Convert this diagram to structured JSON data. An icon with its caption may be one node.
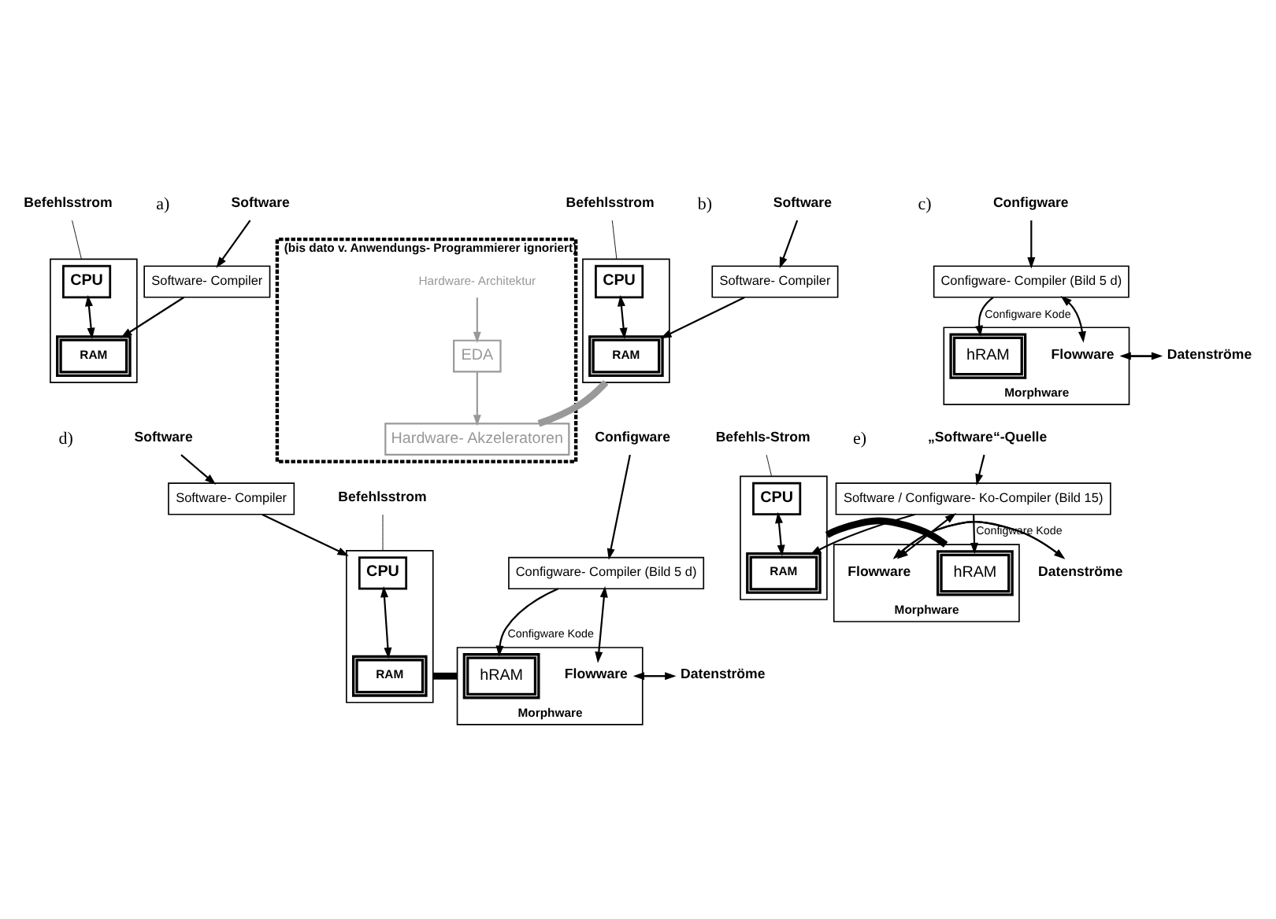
{
  "diagram": {
    "nodes": [
      {
        "text": [
          "Software"
        ]
      },
      {
        "text": [
          "Software- Compiler"
        ]
      },
      {
        "text": [],
        "shape": "box"
      },
      {
        "text": [
          "CPU"
        ],
        "in": 2
      },
      {
        "text": [
          "RAM"
        ],
        "in": 2
      },
      {
        "text": [
          "Befehlsstrom"
        ]
      },
      {
        "text": [
          "Software"
        ]
      },
      {
        "text": [
          "Software- Compiler"
        ]
      },
      {
        "text": [],
        "shape": "box"
      },
      {
        "text": [
          "CPU"
        ],
        "in": 8
      },
      {
        "text": [
          "RAM"
        ],
        "in": 8
      },
      {
        "text": [
          "Befehlsstrom"
        ]
      },
      {
        "text": [
          "(bis dato v. Anwendungs- Programmierer ignoriert)"
        ]
      },
      {
        "text": [
          "Hardware- Architektur"
        ],
        "in": 12
      },
      {
        "text": [
          "EDA"
        ],
        "in": 12
      },
      {
        "text": [
          "Hardware- Akzeleratoren"
        ],
        "in": 12
      },
      {
        "text": [
          "Configware"
        ]
      },
      {
        "text": [
          "Configware- Compiler (Bild 5 d)"
        ]
      },
      {
        "text": [
          "Morphware"
        ]
      },
      {
        "text": [
          "hRAM"
        ],
        "in": 18
      },
      {
        "text": [
          "Flowware"
        ],
        "in": 18
      },
      {
        "text": [
          "Datenströme"
        ]
      },
      {
        "text": [
          "Software"
        ]
      },
      {
        "text": [
          "Configware"
        ]
      },
      {
        "text": [
          "Software- Compiler"
        ]
      },
      {
        "text": [
          "Configware- Compiler (Bild 5 d)"
        ]
      },
      {
        "text": [],
        "shape": "box"
      },
      {
        "text": [
          "CPU"
        ],
        "in": 26
      },
      {
        "text": [
          "RAM"
        ],
        "in": 26
      },
      {
        "text": [
          "Befehlsstrom"
        ]
      },
      {
        "text": [
          "Morphware"
        ]
      },
      {
        "text": [
          "hRAM"
        ],
        "in": 30
      },
      {
        "text": [
          "Flowware"
        ],
        "in": 30
      },
      {
        "text": [
          "Datenströme"
        ]
      },
      {
        "text": [
          "„Software“-Quelle"
        ]
      },
      {
        "text": [
          "Software / Configware- Ko-Compiler (Bild 15)"
        ]
      },
      {
        "text": [],
        "shape": "box"
      },
      {
        "text": [
          "CPU"
        ],
        "in": 36
      },
      {
        "text": [
          "RAM"
        ],
        "in": 36
      },
      {
        "text": [
          "Befehls-Strom"
        ]
      },
      {
        "text": [
          "Morphware"
        ]
      },
      {
        "text": [
          "hRAM"
        ],
        "in": 40
      },
      {
        "text": [
          "Flowware"
        ],
        "in": 40
      },
      {
        "text": [
          "Datenströme"
        ]
      }
    ],
    "edges": [
      {
        "from": 0,
        "to": 1,
        "arrow": "to"
      },
      {
        "from": 1,
        "to": 4,
        "arrow": "to"
      },
      {
        "from": 3,
        "to": 4,
        "arrow": "both"
      },
      {
        "from": 5,
        "to": 2,
        "arrow": "none"
      },
      {
        "from": 6,
        "to": 7,
        "arrow": "to"
      },
      {
        "from": 7,
        "to": 10,
        "arrow": "to"
      },
      {
        "from": 9,
        "to": 10,
        "arrow": "both"
      },
      {
        "from": 11,
        "to": 8,
        "arrow": "none"
      },
      {
        "from": 13,
        "to": 14,
        "arrow": "to",
        "color": "#999999"
      },
      {
        "from": 14,
        "to": 15,
        "arrow": "to",
        "color": "#999999"
      },
      {
        "from": 8,
        "to": 15,
        "arrow": "none",
        "style": "thick",
        "color": "#999999"
      },
      {
        "from": 16,
        "to": 17,
        "arrow": "to"
      },
      {
        "from": 17,
        "to": 19,
        "arrow": "to",
        "label": "Configware Kode"
      },
      {
        "from": 20,
        "to": 17,
        "arrow": "both"
      },
      {
        "from": 20,
        "to": 21,
        "arrow": "to"
      },
      {
        "from": 21,
        "to": 20,
        "arrow": "to"
      },
      {
        "from": 22,
        "to": 24,
        "arrow": "to"
      },
      {
        "from": 23,
        "to": 25,
        "arrow": "to"
      },
      {
        "from": 24,
        "to": 26,
        "arrow": "to"
      },
      {
        "from": 27,
        "to": 28,
        "arrow": "both"
      },
      {
        "from": 29,
        "to": 26,
        "arrow": "none"
      },
      {
        "from": 25,
        "to": 31,
        "arrow": "to",
        "label": "Configware Kode"
      },
      {
        "from": 32,
        "to": 25,
        "arrow": "both"
      },
      {
        "from": 32,
        "to": 33,
        "arrow": "to"
      },
      {
        "from": 33,
        "to": 32,
        "arrow": "to"
      },
      {
        "from": 26,
        "to": 30,
        "arrow": "none",
        "style": "thick"
      },
      {
        "from": 34,
        "to": 35,
        "arrow": "to"
      },
      {
        "from": 35,
        "to": 38,
        "arrow": "to"
      },
      {
        "from": 35,
        "to": 41,
        "arrow": "to",
        "label": "Configware Kode"
      },
      {
        "from": 37,
        "to": 38,
        "arrow": "both"
      },
      {
        "from": 39,
        "to": 36,
        "arrow": "none"
      },
      {
        "from": 36,
        "to": 40,
        "arrow": "none",
        "style": "thick"
      },
      {
        "from": 42,
        "to": 35,
        "arrow": "both"
      },
      {
        "from": 42,
        "to": 43,
        "arrow": "to"
      },
      {
        "from": 43,
        "to": 42,
        "arrow": "to"
      }
    ],
    "labels": [
      "a)",
      "b)",
      "c)",
      "d)",
      "e)"
    ]
  }
}
